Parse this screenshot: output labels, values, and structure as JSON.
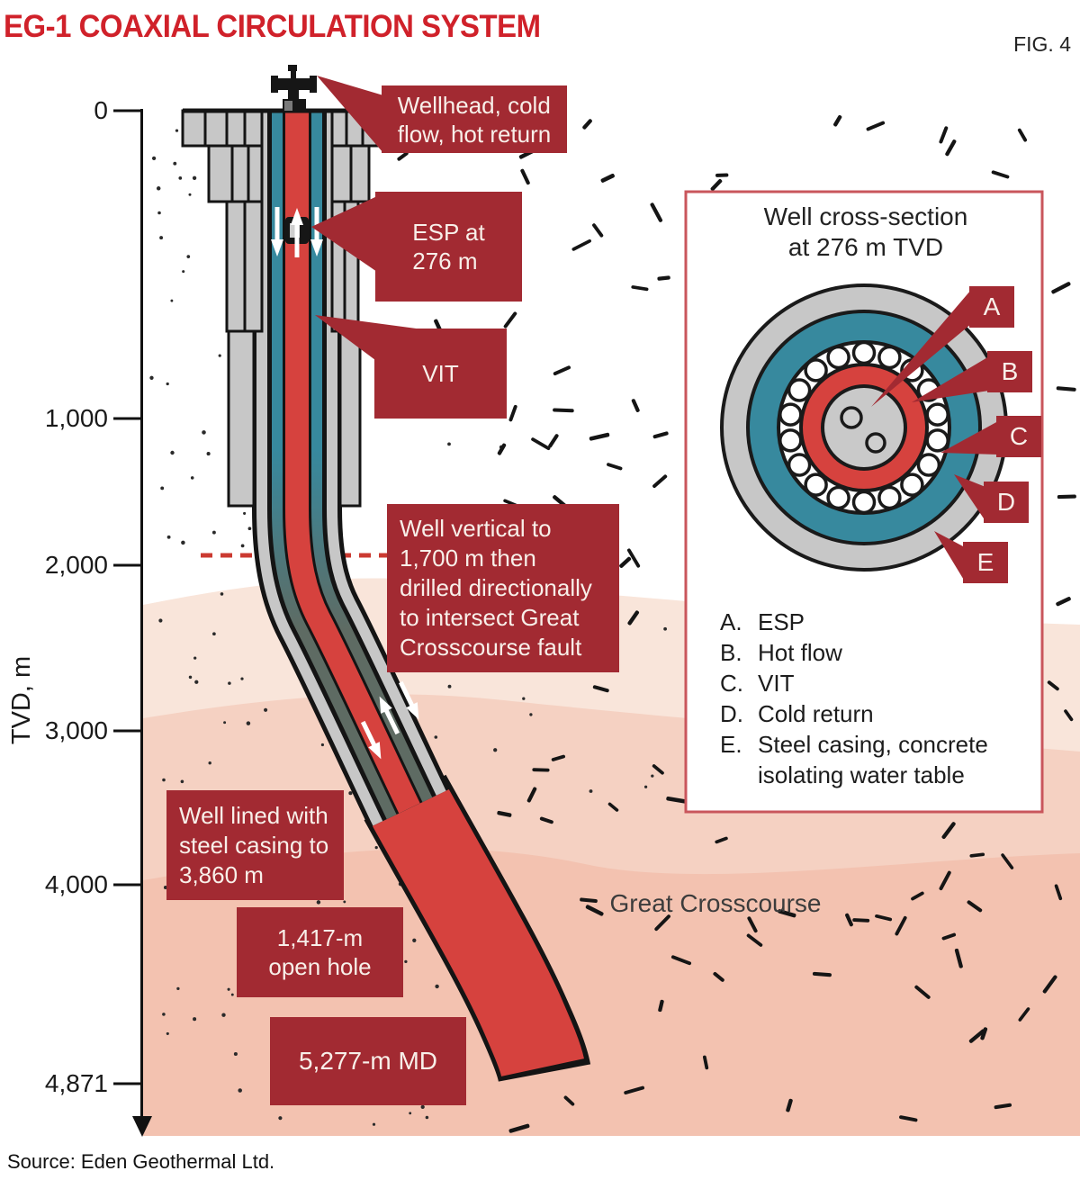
{
  "title": "EG-1 COAXIAL CIRCULATION SYSTEM",
  "fig_label": "FIG. 4",
  "source": "Source: Eden Geothermal Ltd.",
  "axis": {
    "label": "TVD, m",
    "ticks": [
      "0",
      "1,000",
      "2,000",
      "3,000",
      "4,000",
      "4,871"
    ]
  },
  "callouts": {
    "wellhead": "Wellhead, cold\nflow, hot return",
    "esp": "ESP at\n276 m",
    "vit": "VIT",
    "directional": "Well vertical to\n1,700 m then\ndrilled directionally\nto intersect Great\nCrosscourse fault",
    "casing": "Well lined with\nsteel casing to\n3,860 m",
    "open_hole": "1,417-m\nopen hole",
    "md": "5,277-m MD"
  },
  "inset": {
    "title": "Well cross-section\nat 276 m TVD",
    "letters": [
      "A",
      "B",
      "C",
      "D",
      "E"
    ],
    "legend": [
      {
        "key": "A.",
        "text": "ESP"
      },
      {
        "key": "B.",
        "text": "Hot flow"
      },
      {
        "key": "C.",
        "text": "VIT"
      },
      {
        "key": "D.",
        "text": "Cold return"
      },
      {
        "key": "E.",
        "text": "Steel casing, concrete\nisolating water table"
      }
    ]
  },
  "terrain_label": "Great Crosscourse",
  "colors": {
    "accent": "#a22a32",
    "title_red": "#d0212a",
    "pipe_red": "#d6423e",
    "teal": "#37899e",
    "casing_gray": "#c7c7c7",
    "annulus_deep": "#5e6b63",
    "inset_border": "#c9565c",
    "pink_light": "#f9e5da",
    "pink_mid": "#f5d1c2",
    "pink_salmon": "#f3c2b0",
    "dash_red": "#cb3a31",
    "ink": "#1a1a1a"
  }
}
